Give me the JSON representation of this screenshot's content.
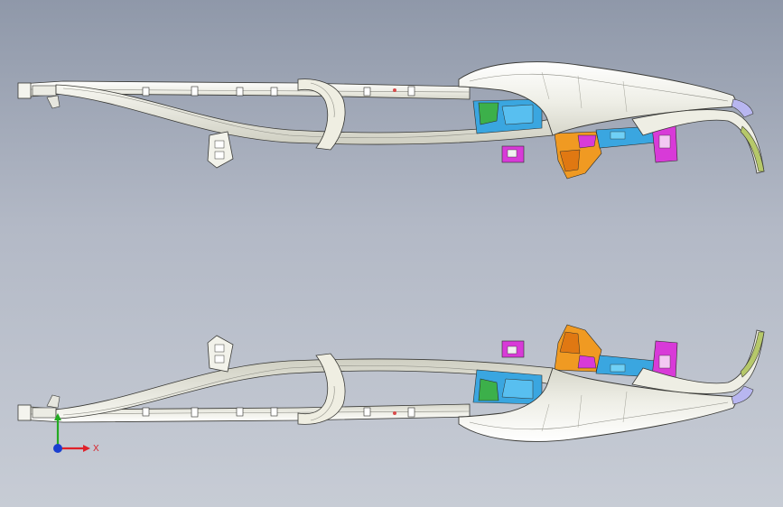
{
  "viewport": {
    "background_top": "#8f98a9",
    "background_bottom": "#c7ccd5"
  },
  "triad": {
    "x_label": "X",
    "x_color": "#e0212a",
    "y_color": "#22aa22",
    "origin_color": "#1a3fd0"
  },
  "part_colors": {
    "frame_body": "#f4f4ee",
    "frame_edge": "#3a3a36",
    "magenta_bracket": "#d83ad8",
    "blue_bracket": "#3aa6e0",
    "orange_bracket": "#f09a22",
    "green_part": "#3cb04a",
    "lavender_bumper": "#b8b6f0",
    "olive_bumper": "#b6c86a"
  },
  "views": [
    {
      "name": "frame-view-top",
      "orientation": "normal"
    },
    {
      "name": "frame-view-bottom",
      "orientation": "mirrored"
    }
  ]
}
